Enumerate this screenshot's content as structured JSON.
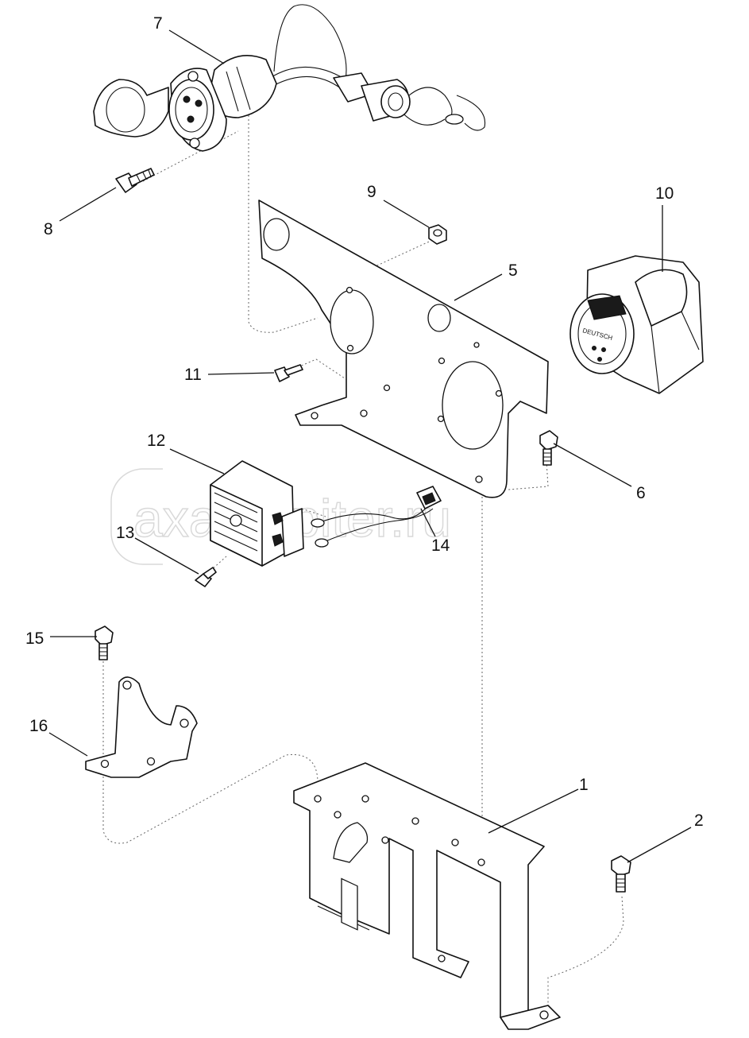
{
  "watermark": {
    "text": "axautopiter.ru"
  },
  "connector_brand": "DEUTSCH",
  "callouts": [
    {
      "id": "1",
      "label": "1"
    },
    {
      "id": "2",
      "label": "2"
    },
    {
      "id": "5",
      "label": "5"
    },
    {
      "id": "6",
      "label": "6"
    },
    {
      "id": "7",
      "label": "7"
    },
    {
      "id": "8",
      "label": "8"
    },
    {
      "id": "9",
      "label": "9"
    },
    {
      "id": "10",
      "label": "10"
    },
    {
      "id": "11",
      "label": "11"
    },
    {
      "id": "12",
      "label": "12"
    },
    {
      "id": "13",
      "label": "13"
    },
    {
      "id": "14",
      "label": "14"
    },
    {
      "id": "15",
      "label": "15"
    },
    {
      "id": "16",
      "label": "16"
    }
  ]
}
